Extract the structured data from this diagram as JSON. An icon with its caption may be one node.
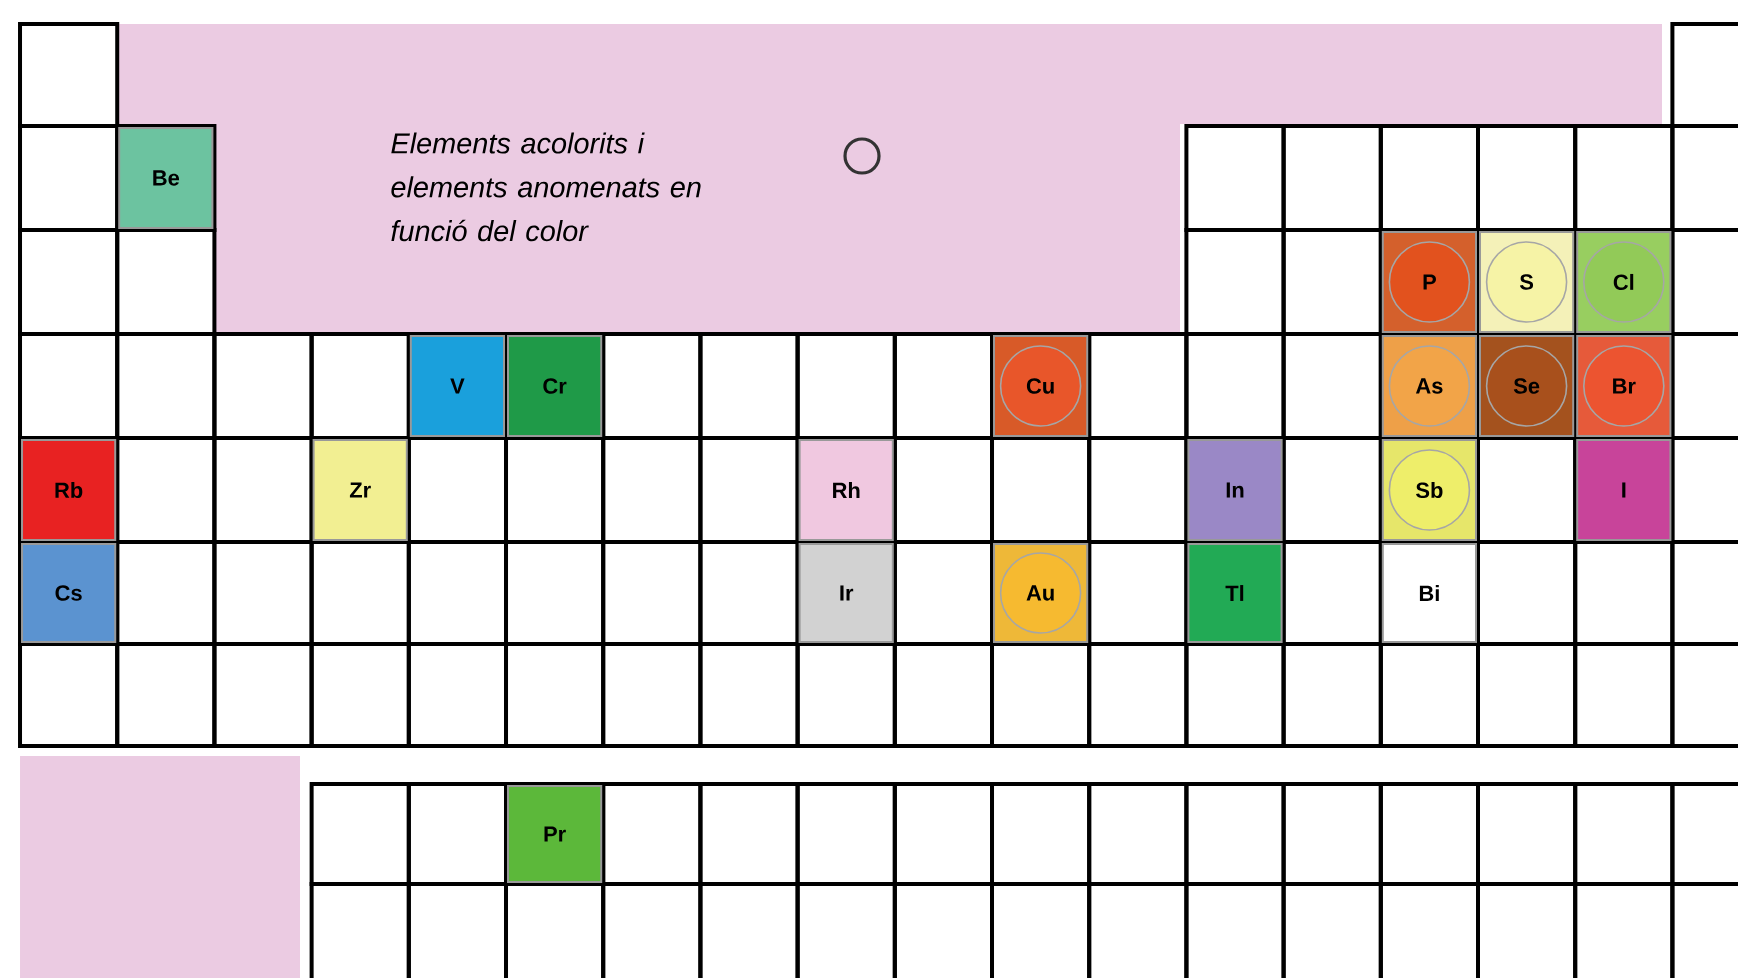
{
  "diagram": {
    "nodes": [
      {
        "text": [
          "Be"
        ]
      },
      {
        "text": [
          "P"
        ]
      },
      {
        "text": [
          "S"
        ]
      },
      {
        "text": [
          "Cl"
        ]
      },
      {
        "text": [
          "V"
        ]
      },
      {
        "text": [
          "Cr"
        ]
      },
      {
        "text": [
          "Cu"
        ]
      },
      {
        "text": [
          "As"
        ]
      },
      {
        "text": [
          "Se"
        ]
      },
      {
        "text": [
          "Br"
        ]
      },
      {
        "text": [
          "Rb"
        ]
      },
      {
        "text": [
          "Zr"
        ]
      },
      {
        "text": [
          "Rh"
        ]
      },
      {
        "text": [
          "In"
        ]
      },
      {
        "text": [
          "Sb"
        ]
      },
      {
        "text": [
          "I"
        ]
      },
      {
        "text": [
          "Cs"
        ]
      },
      {
        "text": [
          "Ir"
        ]
      },
      {
        "text": [
          "Au"
        ]
      },
      {
        "text": [
          "Tl"
        ]
      },
      {
        "text": [
          "Bi"
        ]
      },
      {
        "text": [
          "Pr"
        ]
      }
    ],
    "legend": [
      {
        "text": "Elements acolorits i elements anomenats en funció del color"
      }
    ]
  }
}
